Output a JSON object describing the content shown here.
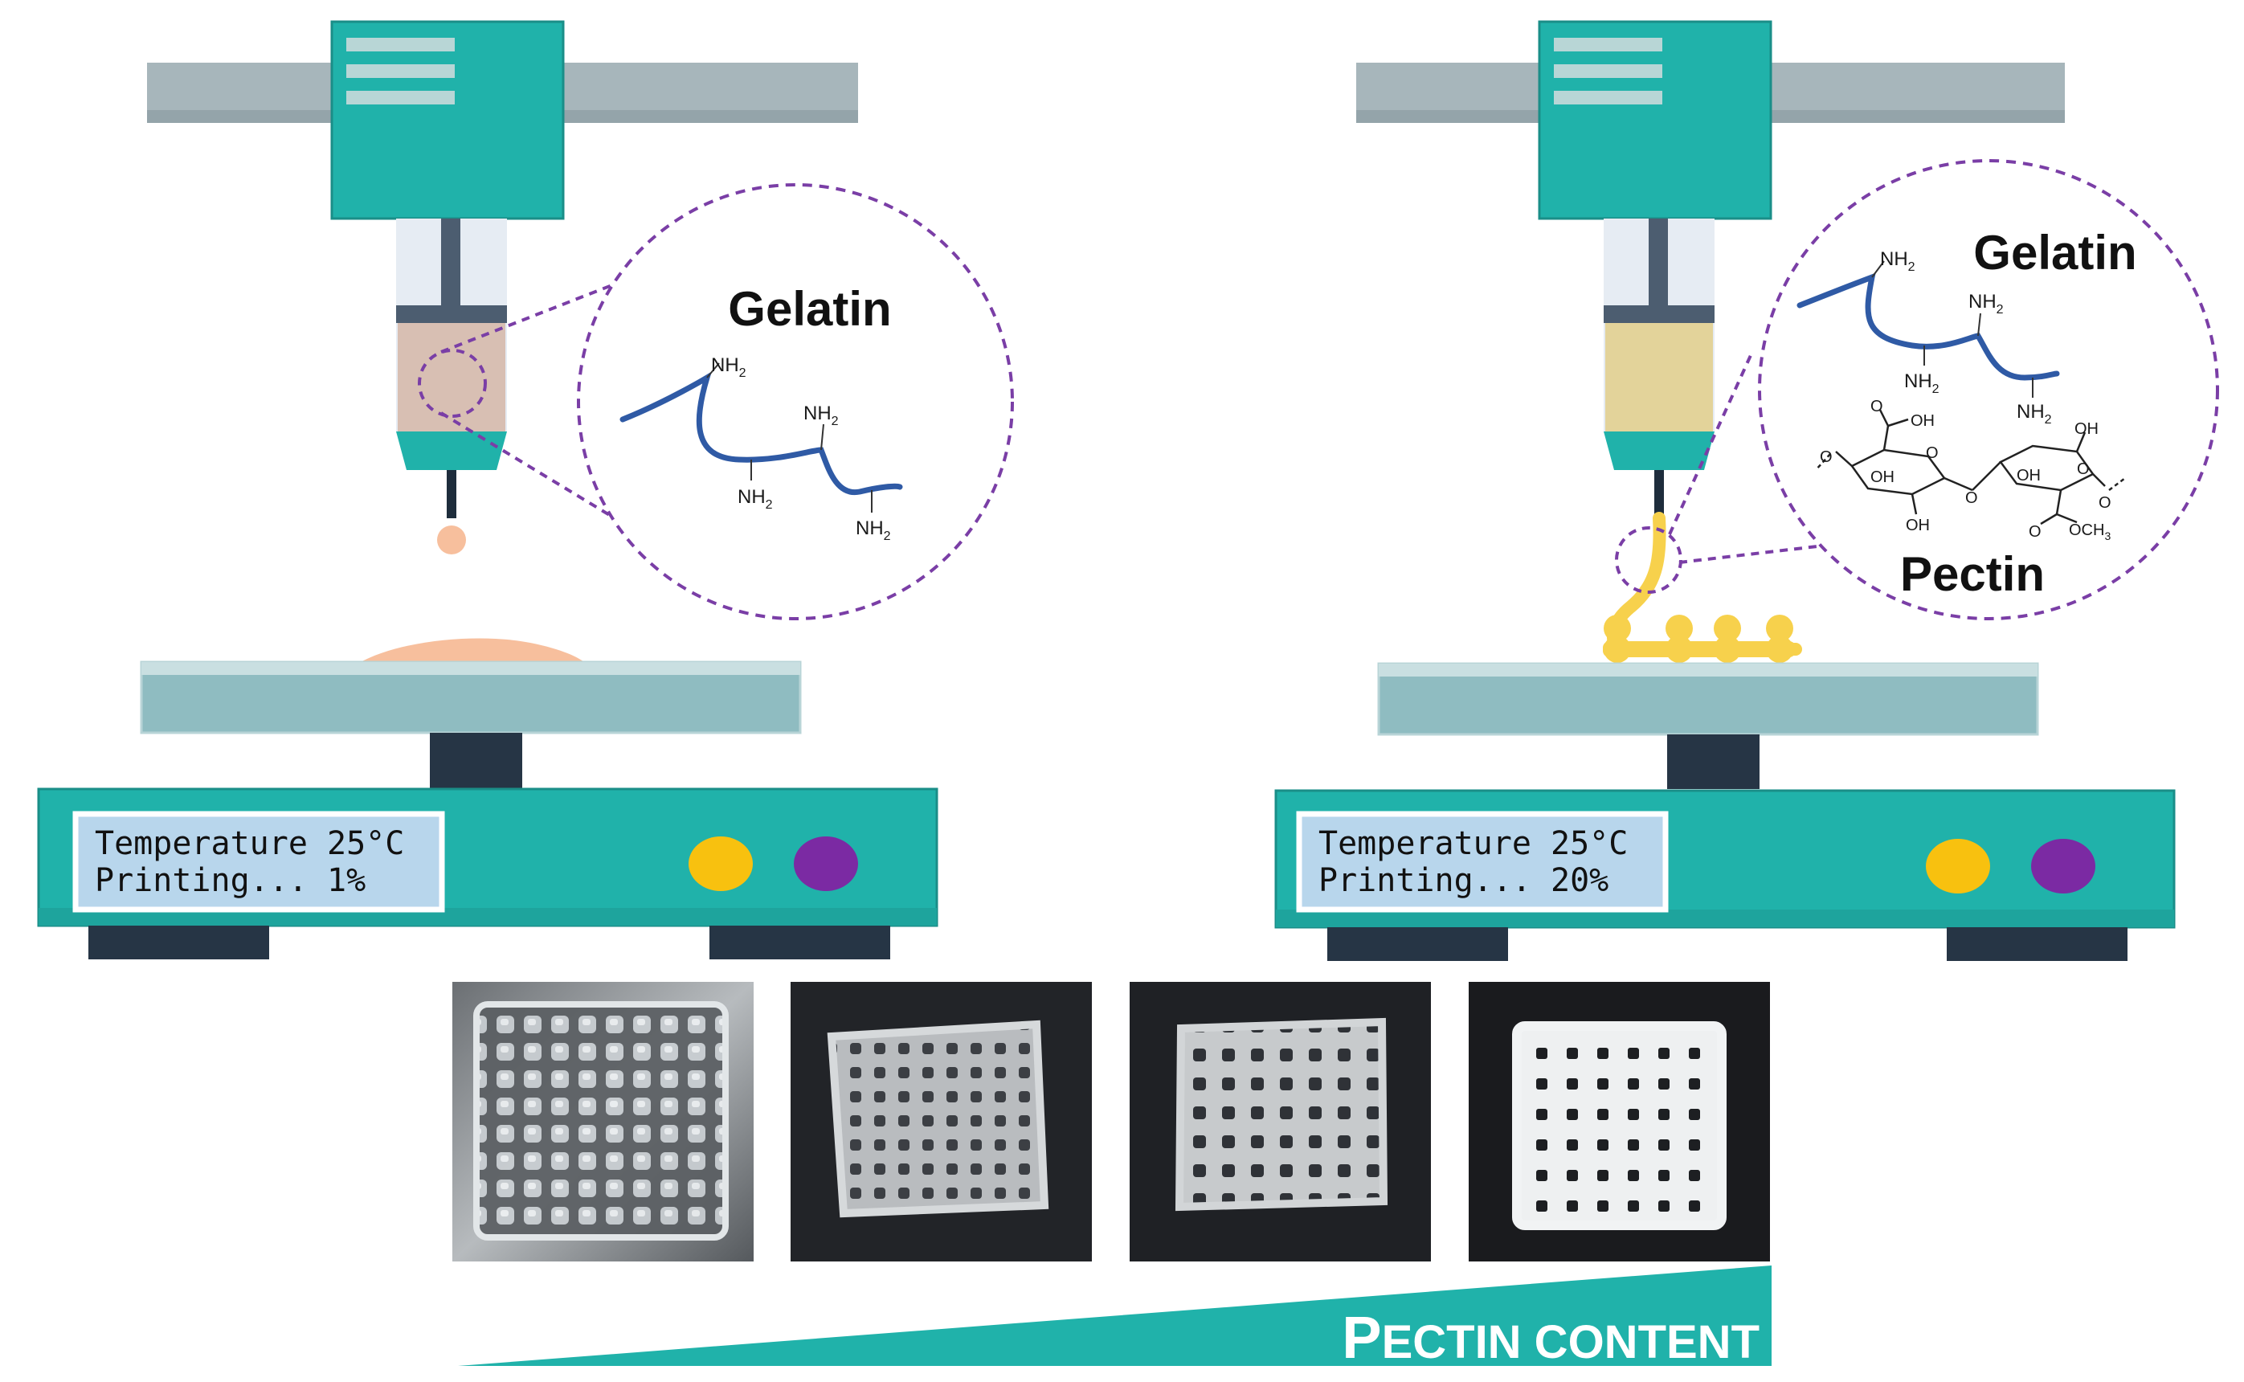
{
  "left_printer": {
    "display_line1": "Temperature 25°C",
    "display_line2": "Printing... 1%",
    "callout_title": "Gelatin",
    "amine_label": "NH",
    "amine_subscript": "2"
  },
  "right_printer": {
    "display_line1": "Temperature 25°C",
    "display_line2": "Printing... 20%",
    "callout_title_1": "Gelatin",
    "callout_title_2": "Pectin",
    "amine_label": "NH",
    "amine_subscript": "2",
    "pectin_groups": {
      "carboxyl": "OH",
      "hydroxyl": "OH",
      "ring_oxygen": "O",
      "methyl_ester": "OCH",
      "methyl_subscript": "3"
    }
  },
  "gradient_bar": {
    "label_initial": "P",
    "label_rest": "ECTIN CONTENT"
  },
  "colors": {
    "teal": "#20b2aa",
    "rail": "#a7b6bb",
    "platform": "#8fbcc1",
    "dark": "#263545",
    "display_bg": "#b8d6ec",
    "gelatin_fill": "#d8bfb3",
    "pectin_fill": "#e3d39a",
    "filament": "#f7d14c",
    "chain": "#2f5aa5",
    "button_yellow": "#f8c10f",
    "button_purple": "#7b2aa3",
    "callout_dash": "#7a3ea6"
  },
  "samples": [
    {
      "name": "sample-1"
    },
    {
      "name": "sample-2"
    },
    {
      "name": "sample-3"
    },
    {
      "name": "sample-4"
    }
  ]
}
